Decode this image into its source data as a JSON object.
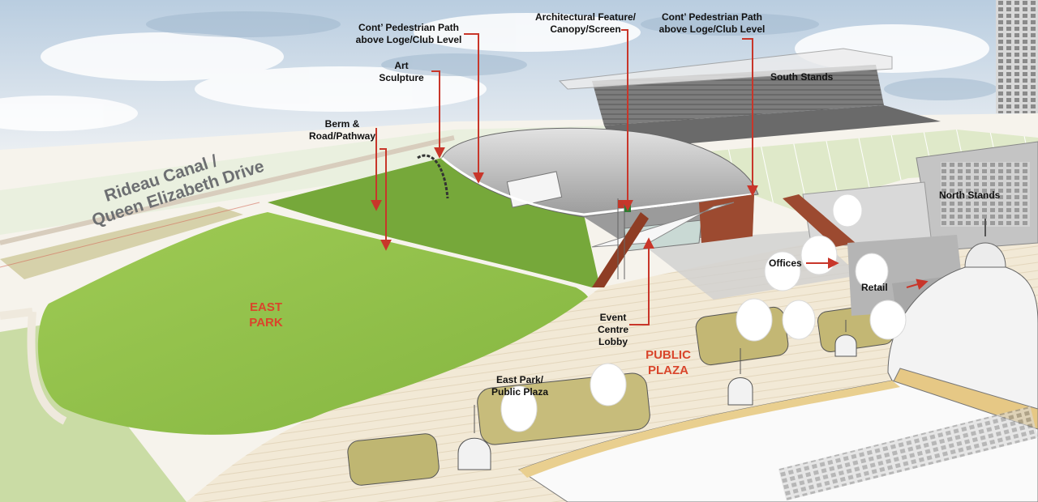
{
  "labels": {
    "road": [
      "Rideau Canal /",
      "Queen Elizabeth Drive"
    ],
    "path_left": [
      "Cont’ Pedestrian Path",
      "above Loge/Club Level"
    ],
    "art": [
      "Art",
      "Sculpture"
    ],
    "berm": [
      "Berm &",
      "Road/Pathway"
    ],
    "feature": [
      "Architectural Feature/",
      "Canopy/Screen"
    ],
    "path_right": [
      "Cont’ Pedestrian Path",
      "above Loge/Club Level"
    ],
    "south_stands": "South Stands",
    "north_stands": "North Stands",
    "offices": "Offices",
    "retail": "Retail",
    "lobby": [
      "Event",
      "Centre",
      "Lobby"
    ],
    "east_park": [
      "EAST",
      "PARK"
    ],
    "public_plaza": [
      "PUBLIC",
      "PLAZA"
    ],
    "east_park_plaza": [
      "East Park/",
      "Public Plaza"
    ]
  },
  "colors": {
    "annotation_red": "#d9452b",
    "arrow_red": "#c8362a",
    "park_green": "#8fbf4a",
    "berm_green": "#76a83a",
    "brick": "#9c4a30",
    "sky": "#c9d8e6"
  }
}
